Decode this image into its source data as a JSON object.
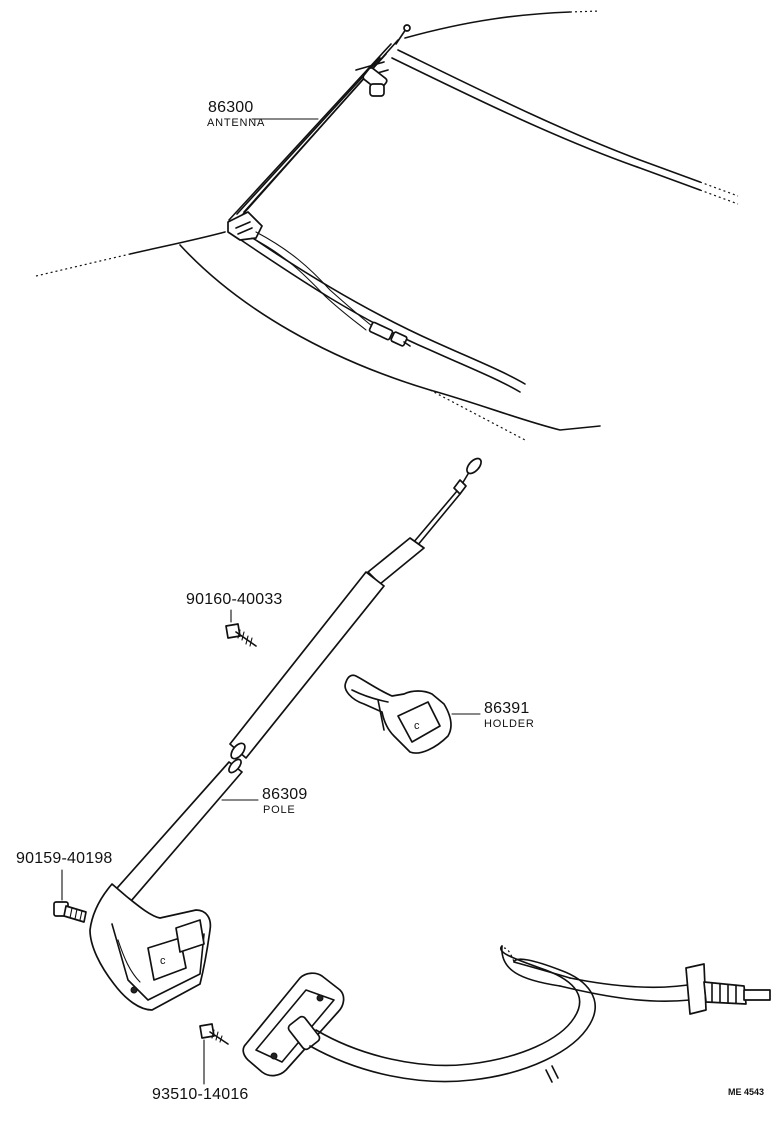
{
  "parts": [
    {
      "number": "86300",
      "name": "ANTENNA"
    },
    {
      "number": "90160-40033",
      "name": ""
    },
    {
      "number": "86391",
      "name": "HOLDER"
    },
    {
      "number": "86309",
      "name": "POLE"
    },
    {
      "number": "90159-40198",
      "name": ""
    },
    {
      "number": "93510-14016",
      "name": ""
    }
  ],
  "drawing_code": "ME 4543",
  "colors": {
    "line": "#111111",
    "background": "#ffffff"
  }
}
